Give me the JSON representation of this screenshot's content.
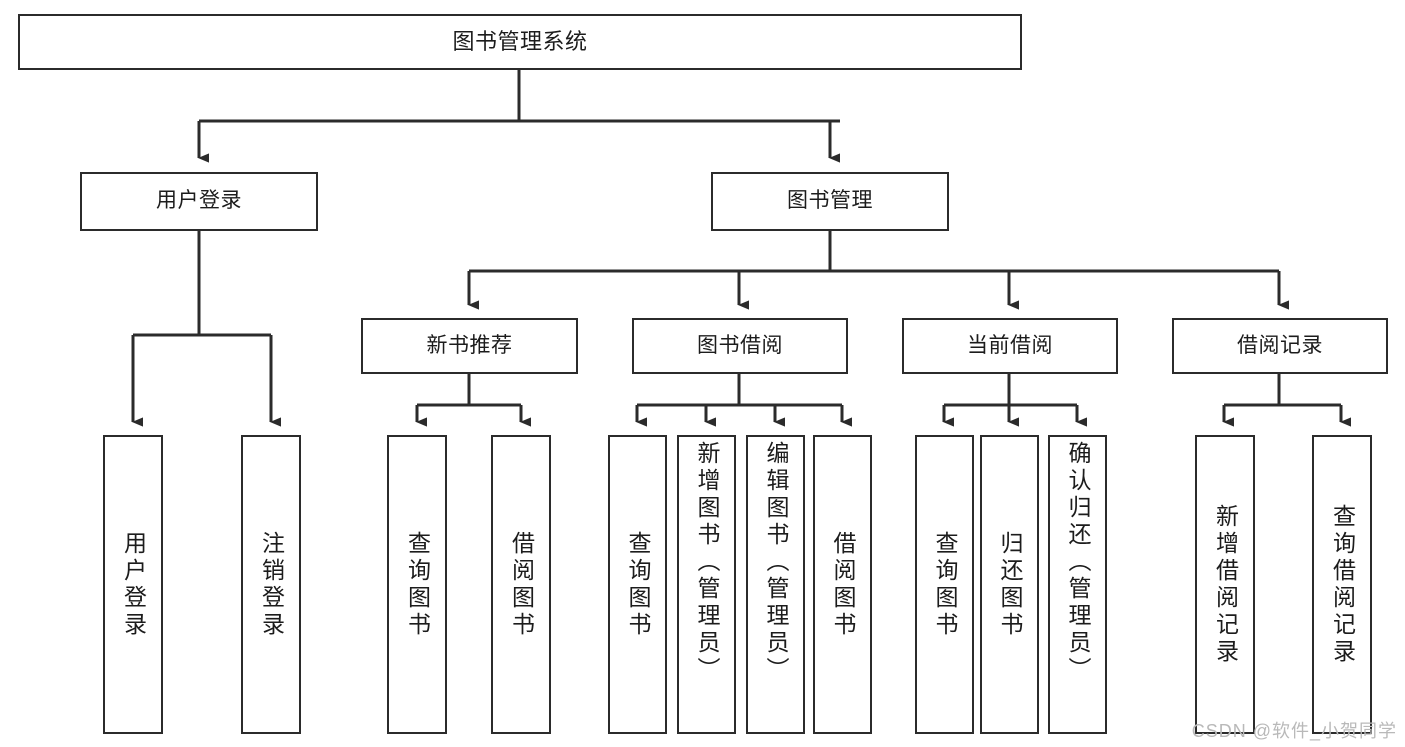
{
  "diagram": {
    "title": "图书管理系统",
    "type": "tree-hierarchy",
    "stroke_color": "#2b2b2b",
    "background_color": "#ffffff",
    "text_color": "#1c1c1c",
    "root": {
      "label": "图书管理系统"
    },
    "level2": [
      {
        "label": "用户登录"
      },
      {
        "label": "图书管理"
      }
    ],
    "level3": [
      {
        "label": "新书推荐"
      },
      {
        "label": "图书借阅"
      },
      {
        "label": "当前借阅"
      },
      {
        "label": "借阅记录"
      }
    ],
    "leaves": {
      "user_login": [
        {
          "label": "用户登录"
        },
        {
          "label": "注销登录"
        }
      ],
      "new_book_recommend": [
        {
          "label": "查询图书"
        },
        {
          "label": "借阅图书"
        }
      ],
      "book_borrow": [
        {
          "label": "查询图书"
        },
        {
          "label": "新增图书（管理员）"
        },
        {
          "label": "编辑图书（管理员）"
        },
        {
          "label": "借阅图书"
        }
      ],
      "current_borrow": [
        {
          "label": "查询图书"
        },
        {
          "label": "归还图书"
        },
        {
          "label": "确认归还（管理员）"
        }
      ],
      "borrow_record": [
        {
          "label": "新增借阅记录"
        },
        {
          "label": "查询借阅记录"
        }
      ]
    }
  },
  "watermark": {
    "text": "CSDN @软件_小贺同学"
  }
}
